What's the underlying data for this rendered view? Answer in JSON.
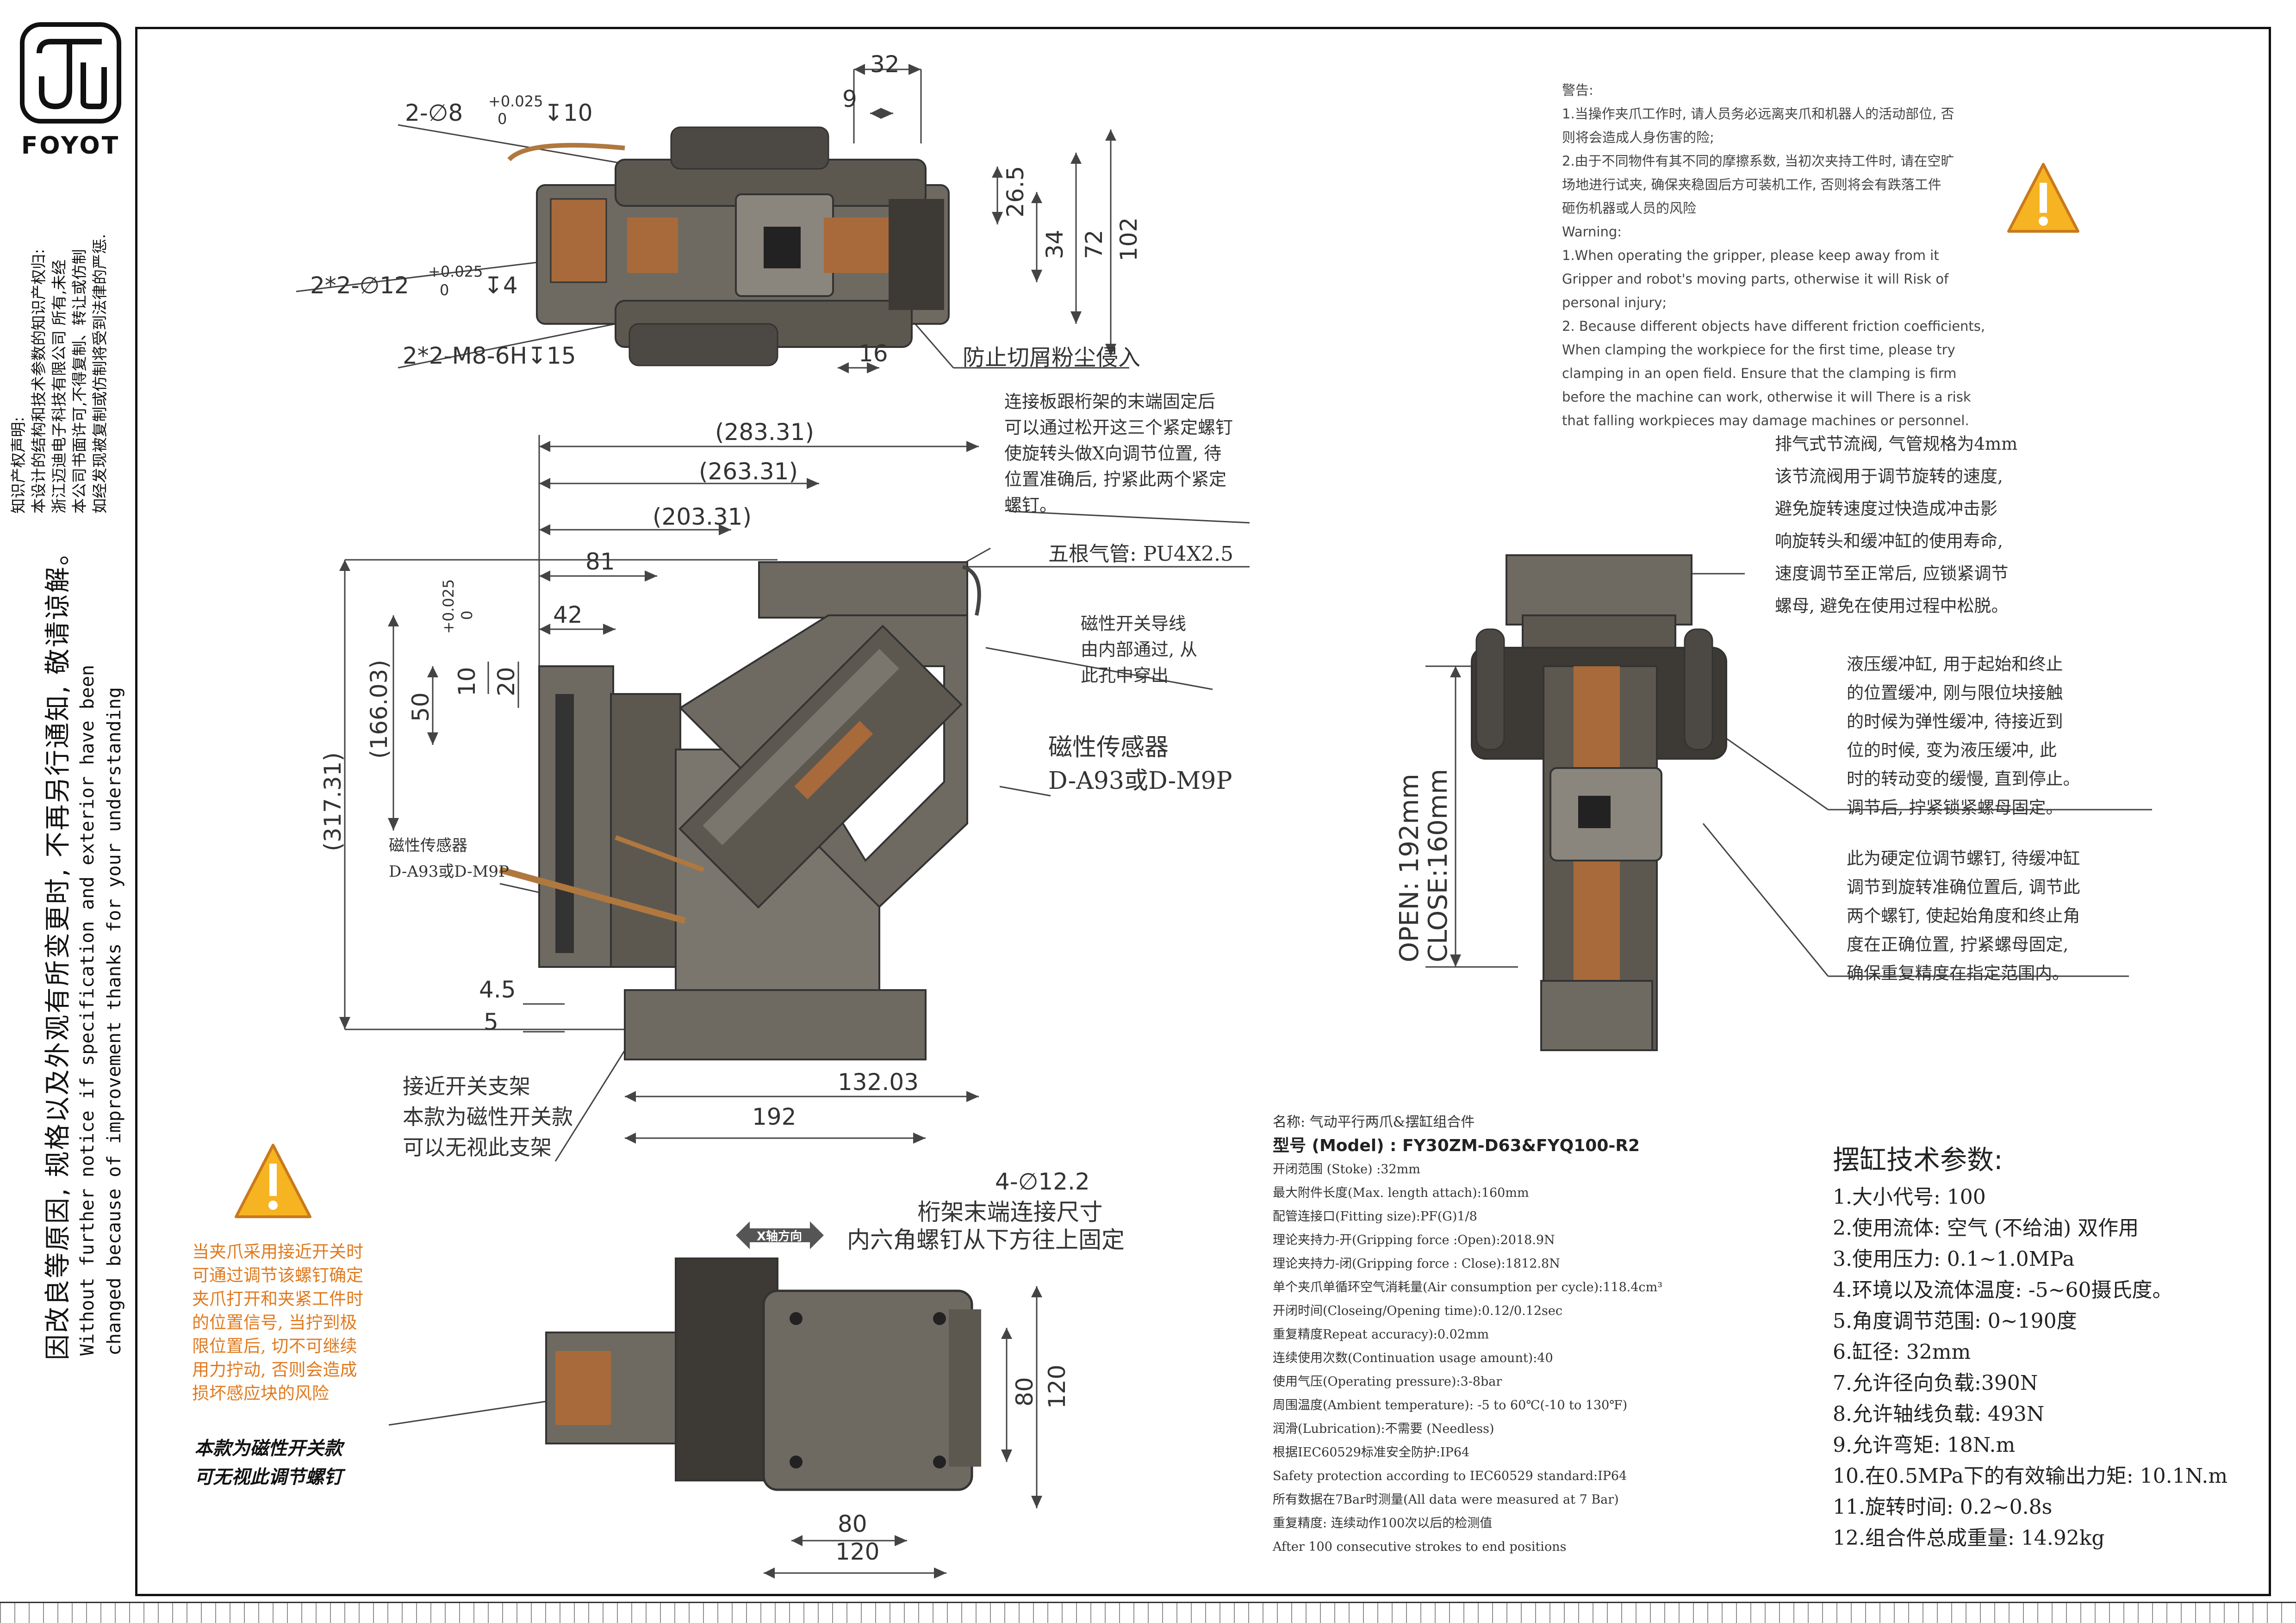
{
  "brand": {
    "name": "FOYOT"
  },
  "legal": {
    "lines": [
      "知识产权声明:",
      "本设计的结构和技术参数的知识产权归:",
      "浙江迈迪电子科技有限公司 所有,未经",
      "本公司书面许可,不得复制、转让或仿制",
      "如经发现被复制或仿制将受到法律的严惩."
    ]
  },
  "notice": {
    "cn": "因改良等原因, 规格以及外观有所变更时, 不再另行通知, 敬请谅解。",
    "en_lines": [
      "Without further  notice if specification and exterior have been",
      "changed because of improvement thanks for your understanding"
    ]
  },
  "top_view": {
    "dims": {
      "hole1": "2-∅8",
      "tol1_up": "+0.025",
      "tol1_low": "0",
      "depth1": "↧10",
      "hole2": "2*2-∅12",
      "tol2_up": "+0.025",
      "tol2_low": "0",
      "depth2": "↧4",
      "thread": "2*2-M8-6H↧15",
      "d32": "32",
      "d9": "9",
      "d26_5": "26.5",
      "d34": "34",
      "d72": "72",
      "d102": "102",
      "d16": "16"
    },
    "note_dust": "防止切屑粉尘侵入"
  },
  "side_view": {
    "dims": {
      "d283": "(283.31)",
      "d263": "(263.31)",
      "d203": "(203.31)",
      "d81": "81",
      "d42": "42",
      "tol_up": "+0.025",
      "tol_low": "0",
      "d10": "10",
      "d20": "20",
      "d50": "50",
      "d166": "(166.03)",
      "d317": "(317.31)",
      "d4_5": "4.5",
      "d5": "5",
      "d132": "132.03",
      "d192": "192"
    },
    "notes": {
      "adjust": [
        "连接板跟桁架的末端固定后",
        "可以通过松开这三个紧定螺钉",
        "使旋转头做X向调节位置, 待",
        "位置准确后, 拧紧此两个紧定",
        "螺钉。"
      ],
      "air": "五根气管: PU4X2.5",
      "wire": [
        "磁性开关导线",
        "由内部通过, 从",
        "此孔中穿出"
      ],
      "sensor_big": [
        "磁性传感器",
        "D-A93或D-M9P"
      ],
      "sensor_small": [
        "磁性传感器",
        "D-A93或D-M9P"
      ],
      "bracket": [
        "接近开关支架",
        "本款为磁性开关款",
        "可以无视此支架"
      ]
    }
  },
  "bottom_view": {
    "dims": {
      "holes": "4-∅12.2",
      "d80v": "80",
      "d120v": "120",
      "d80h": "80",
      "d120h": "120"
    },
    "notes": {
      "mount": [
        "桁架末端连接尺寸",
        "内六角螺钉从下方往上固定"
      ],
      "axis": "X轴方向"
    }
  },
  "front_view": {
    "open_close": [
      "OPEN: 192mm",
      "CLOSE:160mm"
    ],
    "notes": {
      "exhaust": [
        "排气式节流阀, 气管规格为4mm",
        "该节流阀用于调节旋转的速度,",
        "避免旋转速度过快造成冲击影",
        "响旋转头和缓冲缸的使用寿命,",
        "速度调节至正常后, 应锁紧调节",
        "螺母, 避免在使用过程中松脱。"
      ],
      "hydraulic": [
        "液压缓冲缸, 用于起始和终止",
        "的位置缓冲, 刚与限位块接触",
        "的时候为弹性缓冲, 待接近到",
        "位的时候, 变为液压缓冲, 此",
        "时的转动变的缓慢, 直到停止。",
        "调节后, 拧紧锁紧螺母固定。"
      ],
      "hardstop": [
        "此为硬定位调节螺钉, 待缓冲缸",
        "调节到旋转准确位置后, 调节此",
        "两个螺钉, 使起始角度和终止角",
        "度在正确位置, 拧紧螺母固定,",
        "确保重复精度在指定范围内。"
      ]
    }
  },
  "warning": {
    "lines": [
      "警告:",
      "1.当操作夹爪工作时, 请人员务必远离夹爪和机器人的活动部位, 否",
      "则将会造成人身伤害的险;",
      "2.由于不同物件有其不同的摩擦系数, 当初次夹持工件时, 请在空旷",
      "场地进行试夹, 确保夹稳固后方可装机工作, 否则将会有跌落工件",
      "砸伤机器或人员的风险",
      "Warning:",
      "1.When operating the gripper, please keep away from it",
      "Gripper and robot's moving parts, otherwise it will Risk of",
      "personal injury;",
      "2. Because different objects have different friction coefficients,",
      "When clamping the workpiece for the first time, please try",
      "clamping in an open field. Ensure that the clamping is firm",
      "before the machine can work, otherwise it will There is a risk",
      "that falling workpieces may damage machines or personnel."
    ]
  },
  "orange_warning": {
    "lines": [
      "当夹爪采用接近开关时",
      "可通过调节该螺钉确定",
      "夹爪打开和夹紧工件时",
      "的位置信号, 当拧到极",
      "限位置后, 切不可继续",
      "用力拧动, 否则会造成",
      "损坏感应块的风险"
    ]
  },
  "magnetic_note": {
    "lines": [
      "本款为磁性开关款",
      "可无视此调节螺钉"
    ]
  },
  "specs": {
    "name": "名称: 气动平行两爪&摆缸组合件",
    "model": "型号 (Model) : FY30ZM-D63&FYQ100-R2",
    "rows": [
      "开闭范围 (Stoke) :32mm",
      "最大附件长度(Max. length attach):160mm",
      "配管连接口(Fitting size):PF(G)1/8",
      "理论夹持力-开(Gripping force :Open):2018.9N",
      "理论夹持力-闭(Gripping force : Close):1812.8N",
      "单个夹爪单循环空气消耗量(Air consumption per cycle):118.4cm³",
      "开闭时间(Closeing/Opening time):0.12/0.12sec",
      "重复精度Repeat accuracy):0.02mm",
      "连续使用次数(Continuation usage amount):40",
      "使用气压(Operating pressure):3-8bar",
      "周围温度(Ambient temperature): -5 to 60℃(-10 to 130℉)",
      "润滑(Lubrication):不需要 (Needless)",
      "根据IEC60529标准安全防护:IP64",
      "Safety protection according to IEC60529 standard:IP64",
      "所有数据在7Bar时测量(All data were measured at 7 Bar)",
      "重复精度: 连续动作100次以后的检测值",
      "After 100 consecutive strokes to end positions"
    ]
  },
  "tech_params": {
    "title": "摆缸技术参数:",
    "rows": [
      "1.大小代号: 100",
      "2.使用流体: 空气 (不给油) 双作用",
      "3.使用压力: 0.1~1.0MPa",
      "4.环境以及流体温度: -5~60摄氏度。",
      "5.角度调节范围: 0~190度",
      "6.缸径: 32mm",
      "7.允许径向负载:390N",
      "8.允许轴线负载: 493N",
      "9.允许弯矩: 18N.m",
      "10.在0.5MPa下的有效输出力矩: 10.1N.m",
      "11.旋转时间: 0.2~0.8s",
      "12.组合件总成重量: 14.92kg"
    ]
  },
  "colors": {
    "body": "#6e6a62",
    "dark": "#3d3a35",
    "copper": "#a86a3a",
    "orange": "#e07a1f",
    "warn_yellow": "#f6b322",
    "line": "#555555"
  }
}
